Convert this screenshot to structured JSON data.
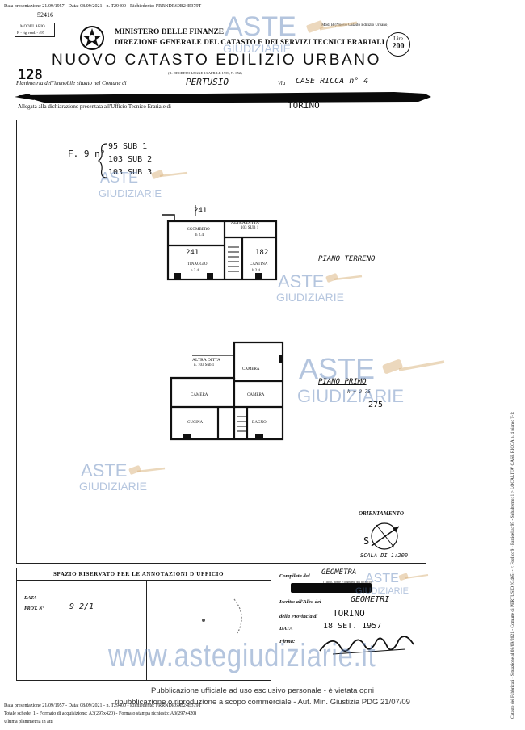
{
  "header": {
    "presentation_top": "Data presentazione 21/09/1957 - Data: 08/09/2021 - n. T29400 - Richiedente: FRRNDR69B24E379T",
    "form_code": "52416",
    "modulario_label": "MODULARIO",
    "modulario_code": "F. - rig. rend. - 497",
    "ministry_line1": "MINISTERO DELLE FINANZE",
    "ministry_line2": "DIREZIONE GENERALE DEL CATASTO E DEI SERVIZI TECNICI ERARIALI",
    "mod_label": "Mod. B (Nuovo Catasto Edilizio Urbano)",
    "lire_label": "Lire",
    "lire_value": "200",
    "main_title": "NUOVO CATASTO EDILIZIO URBANO",
    "decree": "(R. DECRETO LEGGE 13 APRILE 1939, N. 652)",
    "sheet_number": "128",
    "planimetria_label": "Planimetria dell'immobile situato nel Comune di",
    "comune": "PERTUSIO",
    "via_label": "Via",
    "via_value": "CASE RICCA n° 4",
    "allegata_label": "Allegata alla dichiarazione presentata all'Ufficio Tecnico Erariale di",
    "ufficio": "TORINO"
  },
  "drawing": {
    "foglio": "F. 9 n°",
    "particelle": [
      "95 SUB 1",
      "103 SUB 2",
      "103 SUB 3"
    ],
    "piano_terreno": "PIANO TERRENO",
    "piano_primo": "PIANO PRIMO",
    "piano_primo_note": "h = 2.75",
    "piano_primo_num": "275",
    "labels": {
      "n241_top": "241",
      "n241_room": "241",
      "n182": "182",
      "sgombero": "SGOMBERO",
      "tinaggio": "TINAGGIO",
      "cantina": "CANTINA",
      "altra_ditta1": "ALTRA DITTA",
      "altra_ditta1_sub": "103 SUB 1",
      "altra_ditta2": "ALTRA DITTA",
      "altra_ditta2_sub": "n. 103 Sub 1",
      "h24a": "h 2.4",
      "h24b": "h 2.4",
      "h24c": "h 2.4",
      "camera1": "CAMERA",
      "camera2": "CAMERA",
      "camera3": "CAMERA",
      "cucina": "CUCINA",
      "bagno": "BAGNO"
    },
    "orientamento": "ORIENTAMENTO",
    "scala": "SCALA DI 1:200"
  },
  "footer": {
    "spazio_label": "SPAZIO RISERVATO PER LE ANNOTAZIONI D'UFFICIO",
    "data_label": "DATA",
    "prot_label": "PROT. N°",
    "prot_value": "9 2/1",
    "compilata_label": "Compilata dal",
    "compilata_value": "GEOMETRA",
    "compilata_hint": "(Titolo, nome e cognome del tecnico)",
    "iscritto_label": "Iscritto all'Albo dei",
    "iscritto_value": "GEOMETRI",
    "provincia_label": "della Provincia di",
    "provincia_value": "TORINO",
    "data2_label": "DATA",
    "data2_value": "18 SET. 1957",
    "firma_label": "Firma:",
    "firma_value": "Geom. Foti",
    "bottom_line1": "Data presentazione 21/09/1957 - Data: 08/09/2021 - n. T29400 - Richiedente: FRRNDR69B24E379T",
    "bottom_line2": "Totale schede: 1 - Formato di acquisizione: A3(297x420) - Formato stampa richiesto: A3(297x420)",
    "bottom_line3": "Ultima planimetria in atti",
    "side_text": "Catasto dei Fabbricati - Situazione al 08/09/2021 - Comune di PERTUSIO (G465) - < Foglio: 9 - Particella: 95 - Subalterno: 1 > LOCALITA' CASE RICCA n. 4 piano: T-1;",
    "publication1": "Pubblicazione ufficiale ad uso esclusivo personale - è vietata ogni",
    "publication2": "ripubblicazione o riproduzione a scopo commerciale - Aut. Min. Giustizia PDG 21/07/09"
  },
  "watermarks": {
    "aste": "ASTE",
    "giudiziarie": "GIUDIZIARIE",
    "site": "www.astegiudiziarie.it"
  },
  "colors": {
    "watermark": "#5b7fb8",
    "ink": "#111111"
  }
}
